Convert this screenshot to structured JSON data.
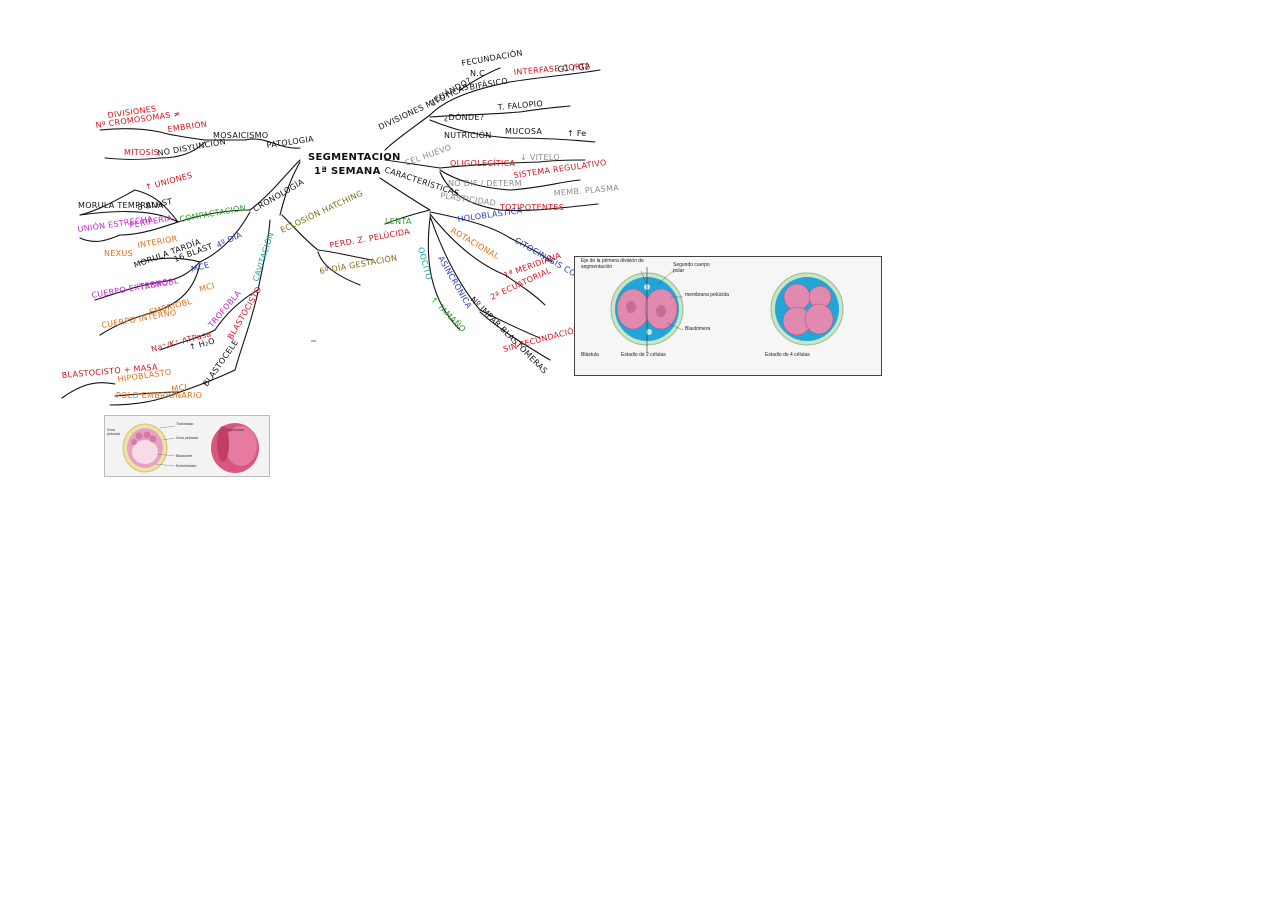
{
  "center": {
    "line1": "SEGMENTACION",
    "line2": "1ª SEMANA"
  },
  "left_branches": {
    "patologia": "PATOLOGIA",
    "mosaicismo": "MOSAICISMO",
    "embrion": "EMBRIÓN",
    "divisiones": "DIVISIONES",
    "n_cromosomas": "Nº CROMOSOMAS ≠",
    "no_disyuncion": "NO DISYUNCIÓN",
    "mitosis": "MITOSIS",
    "cronologia": "CRONOLOGÍA",
    "compactacion": "COMPACTACIÓN",
    "mas_uniones": "↑ UNIONES",
    "mas_blast": "8 BLAST",
    "morula_temprana": "MORULA TEMPRANA",
    "union_estrecha": "UNIÓN ESTRECHA",
    "periferia": "PERIFERIA",
    "nexus": "NEXUS",
    "interior": "INTERIOR",
    "dia_4": "4º DÍA",
    "morula_tardia": "MORULA TARDÍA",
    "blast_16": "16 BLAST",
    "mce": "MCE",
    "trofobl": "TROFOBL",
    "cuerpo_externo": "CUERPO EXTERNO",
    "embriobl": "EMBRIOBL",
    "mci_1": "MCI",
    "cuerpo_interno": "CUERPO INTERNO",
    "cavitacion": "CAVITACIÓN",
    "na_k_atpasa": "Na⁺/K⁺ ATPasa",
    "trofobla": "TROFOBLA",
    "agua": "↑ H₂O",
    "blastocisto": "BLASTOCISTO",
    "blastocele": "BLASTOCELE",
    "blastocisto_masa": "BLASTOCISTO + MASA",
    "hipoblasto": "HIPOBLASTO",
    "polo_embrionario": "POLO EMBRIONARIO",
    "mci_2": "MCI",
    "eclosion": "ECLOSIÓN HATCHING",
    "perdida_zona": "PERD. Z. PELÚCIDA",
    "dia_6": "6º DÍA GESTACIÓN"
  },
  "right_branches": {
    "divisiones_mitoticas": "DIVISIONES MITÓTICAS",
    "cuando": "¿CUÁNDO?",
    "fecundacion": "FECUNDACIÓN",
    "nucleo": "N.C",
    "bifasico": "BIFÁSICO",
    "interfase_corta": "INTERFASE CORTA",
    "g1_g2": "G1 / G2",
    "donde": "¿DÓNDE?",
    "t_falopio": "T. FALOPIO",
    "nutricion": "NUTRICIÓN",
    "mucosa": "MUCOSA",
    "fe": "↑ Fe",
    "cel_huevo": "CÉL HUEVO",
    "oligolecitica": "OLIGOLECÍTICA",
    "vitelo": "↓ VITELO",
    "no_dif": "NO DIF / DETERM",
    "sistema_regulativo": "SISTEMA REGULATIVO",
    "plasticidad": "PLASTICIDAD",
    "totipotentes": "TOTIPOTENTES",
    "membrana": "MEMB. PLASMA",
    "caracteristicas": "CARACTERÍSTICAS",
    "lenta": "LENTA",
    "holoblastica": "HOLOBLÁSTICA",
    "citocinesis": "CITOCINESIS COMPLETA",
    "rotacional": "ROTACIONAL",
    "meridiana": "1ª MERIDIANA",
    "ecuatorial": "2ª ECUATORIAL",
    "asincronica": "ASINCRÓNICA",
    "sincrona": "Nº IMPAR BLASTÓMERAS",
    "sin_fecundacion": "SIN FECUNDACIÓN",
    "plano": "↑ TAMAÑO",
    "oocito": "OOCITO"
  },
  "figure_large": {
    "eje": "Eje de la primera división de segmentación",
    "segundo_cuerpo": "Segundo cuerpo polar",
    "membrana": "membrana pelúcida",
    "blastomera": "Blastómera",
    "blastula": "Blástula",
    "estadio_2": "Estadio de 2 células",
    "estadio_4": "Estadio de 4 células"
  },
  "figure_small": {
    "zona_pelucida": "Zona pelúcida",
    "trofoblasto": "Trofoblasto",
    "zona_label": "Zona pelúcida",
    "blastocele": "Blastocele",
    "blastocisto": "Blastocisto",
    "embrioblasto": "Embrioblasto"
  },
  "colors": {
    "ink": "#111111",
    "red": "#d4121c",
    "magenta": "#c426c8",
    "orange": "#e0701a",
    "green": "#2aa02a",
    "teal": "#12a3a3",
    "blue": "#2b3bb5",
    "gray": "#8a8a8a",
    "olive": "#7a6a10"
  }
}
